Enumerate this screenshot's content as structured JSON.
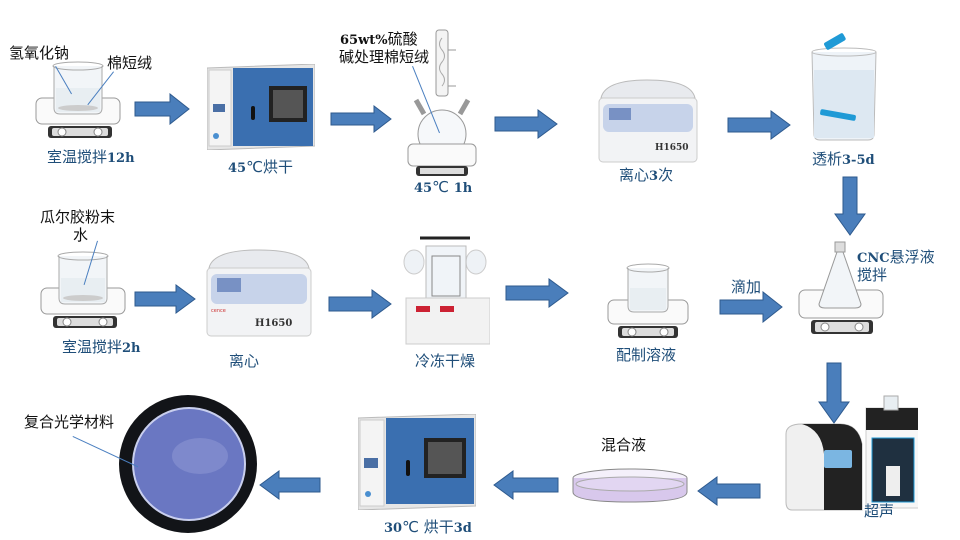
{
  "colors": {
    "arrow_fill": "#4a7ebb",
    "arrow_stroke": "#2e5a8e",
    "label_blue": "#1f4e79",
    "label_black": "#111111",
    "oven_door": "#3a6fb0",
    "material_blue": "#6a77c2"
  },
  "steps": [
    {
      "id": "stir-12h",
      "label_cn": "室温搅拌",
      "label_bold": "12h",
      "annotations": [
        "氢氧化钠",
        "棉短绒"
      ],
      "equipment": "magnetic-stirrer-beaker"
    },
    {
      "id": "oven-45",
      "label_bold": "45",
      "label_cn": "℃烘干",
      "equipment": "drying-oven"
    },
    {
      "id": "acid-45",
      "annotation_bold": "65wt%",
      "annotation_cn": "硫酸",
      "annotation2": "碱处理棉短绒",
      "label_bold": "45",
      "label_cn": "℃ ",
      "label_bold2": "1h",
      "equipment": "three-neck-flask-condenser"
    },
    {
      "id": "centrifuge-3",
      "label_cn": "离心",
      "label_bold": "3",
      "label_cn2": "次",
      "equipment": "centrifuge",
      "model": "H1650"
    },
    {
      "id": "dialysis",
      "label_cn": "透析",
      "label_bold": "3-5d",
      "equipment": "dialysis-beaker"
    },
    {
      "id": "stir-2h",
      "label_cn": "室温搅拌",
      "label_bold": "2h",
      "annotations": [
        "瓜尔胶粉末",
        "水"
      ],
      "equipment": "magnetic-stirrer-beaker"
    },
    {
      "id": "centrifuge",
      "label_cn": "离心",
      "equipment": "centrifuge",
      "model": "H1650"
    },
    {
      "id": "freeze-dry",
      "label_cn": "冷冻干燥",
      "equipment": "freeze-dryer"
    },
    {
      "id": "prepare-solution",
      "label_cn": "配制溶液",
      "equipment": "magnetic-stirrer-beaker"
    },
    {
      "id": "cnc-stir",
      "label_bold": "CNC",
      "label_cn": "悬浮液",
      "label_cn2": "搅拌",
      "arrow_label": "滴加",
      "equipment": "stirrer-erlenmeyer-flask"
    },
    {
      "id": "ultrasound",
      "label_cn": "超声",
      "equipment": "ultrasonic-homogenizer"
    },
    {
      "id": "mixed-liquid",
      "label_cn": "混合液",
      "equipment": "petri-dish"
    },
    {
      "id": "oven-30",
      "label_bold": "30",
      "label_cn": "℃ 烘干",
      "label_bold2": "3d",
      "equipment": "drying-oven"
    },
    {
      "id": "composite",
      "label_cn": "复合光学材料",
      "equipment": "composite-material-disc"
    }
  ]
}
